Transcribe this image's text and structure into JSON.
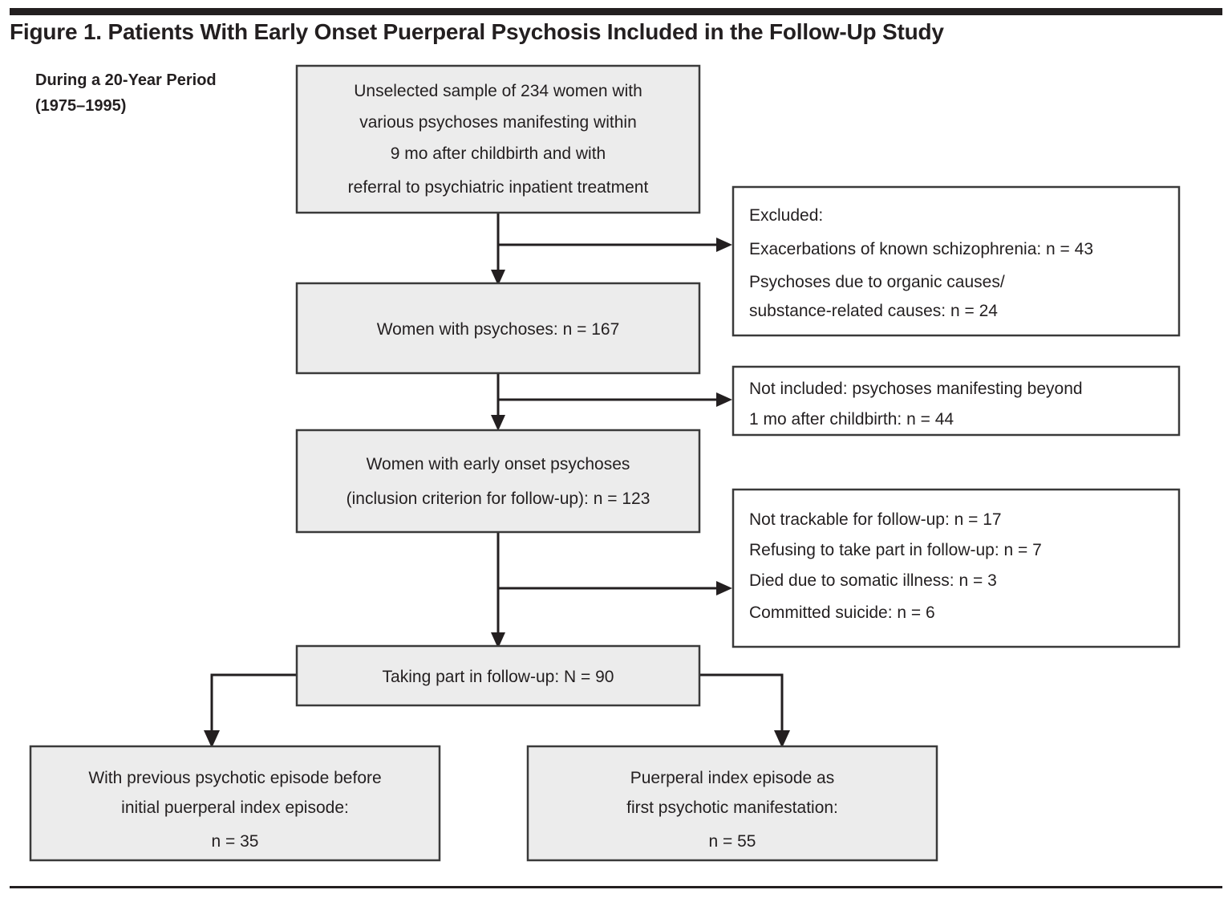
{
  "figure": {
    "title": "Figure 1. Patients With Early Onset Puerperal Psychosis Included in the Follow-Up Study",
    "period_line1": "During a 20-Year Period",
    "period_line2": "(1975–1995)"
  },
  "colors": {
    "box_fill_gray": "#ececec",
    "box_fill_white": "#ffffff",
    "box_border": "#3a3a3a",
    "connector": "#231f20",
    "rule": "#231f20",
    "text": "#231f20"
  },
  "flow": {
    "nodes": [
      {
        "id": "sample",
        "kind": "main",
        "fill": "gray",
        "align": "center",
        "lines": [
          "Unselected sample of 234 women with",
          "various psychoses manifesting within",
          "9 mo after childbirth and with",
          "referral to psychiatric inpatient treatment"
        ]
      },
      {
        "id": "psychoses",
        "kind": "main",
        "fill": "gray",
        "align": "center",
        "lines": [
          "Women with psychoses: n = 167"
        ]
      },
      {
        "id": "early-onset",
        "kind": "main",
        "fill": "gray",
        "align": "center",
        "lines": [
          "Women with early onset psychoses",
          "(inclusion criterion for follow-up): n = 123"
        ]
      },
      {
        "id": "follow-up",
        "kind": "main",
        "fill": "gray",
        "align": "center",
        "lines": [
          "Taking part in follow-up: N = 90"
        ]
      },
      {
        "id": "previous-episode",
        "kind": "outcome",
        "fill": "gray",
        "align": "center",
        "lines": [
          "With previous psychotic episode before",
          "initial puerperal index episode:",
          "n = 35"
        ]
      },
      {
        "id": "first-manifestation",
        "kind": "outcome",
        "fill": "gray",
        "align": "center",
        "lines": [
          "Puerperal index episode as",
          "first psychotic manifestation:",
          "n = 55"
        ]
      },
      {
        "id": "excluded",
        "kind": "side",
        "fill": "white",
        "align": "left",
        "lines": [
          "Excluded:",
          "Exacerbations of known schizophrenia: n = 43",
          "Psychoses due to organic causes/",
          "substance-related causes: n = 24"
        ]
      },
      {
        "id": "not-included",
        "kind": "side",
        "fill": "white",
        "align": "left",
        "lines": [
          "Not included: psychoses manifesting beyond",
          "1 mo after childbirth: n = 44"
        ]
      },
      {
        "id": "attrition",
        "kind": "side",
        "fill": "white",
        "align": "left",
        "lines": [
          "Not trackable for follow-up: n = 17",
          "Refusing to take part in follow-up: n = 7",
          "Died due to somatic illness: n = 3",
          "Committed suicide: n = 6"
        ]
      }
    ]
  }
}
